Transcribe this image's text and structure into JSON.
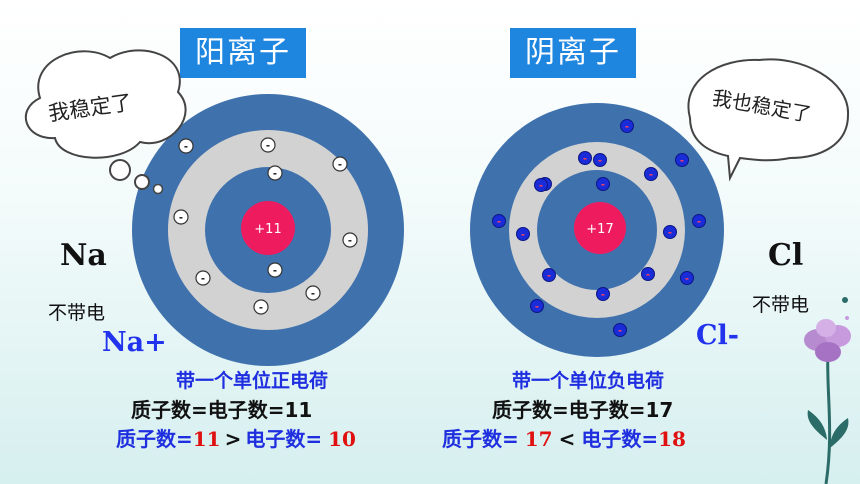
{
  "cation": {
    "title": "阳离子",
    "nucleus_label": "+11",
    "electron_symbol": "-",
    "left_element": "Na",
    "left_state": "不带电",
    "ion_label": "Na+",
    "bubble_text": "我稳定了",
    "charge_text": "带一个单位正电荷",
    "equality_text": "质子数=电子数=11",
    "compare_prefix": "质子数=",
    "compare_protons": "11",
    "compare_sign": ">",
    "compare_middle": "电子数=",
    "compare_electrons": "10"
  },
  "anion": {
    "title": "阴离子",
    "nucleus_label": "+17",
    "electron_symbol": "-",
    "right_element": "Cl",
    "right_state": "不带电",
    "ion_label": "Cl-",
    "bubble_text": "我也稳定了",
    "charge_text": "带一个单位负电荷",
    "equality_text": "质子数=电子数=17",
    "compare_prefix": "质子数=",
    "compare_protons": "17",
    "compare_sign": "<",
    "compare_middle": "电子数=",
    "compare_electrons": "18"
  },
  "colors": {
    "outer_ring": "#3f72ad",
    "middle_ring": "#d2d2d2",
    "inner_ring": "#3f72ad",
    "nucleus": "#ee1b5f",
    "title_bg": "#1f86e0",
    "ion_text": "#2233ee",
    "number_red": "#e01010"
  }
}
